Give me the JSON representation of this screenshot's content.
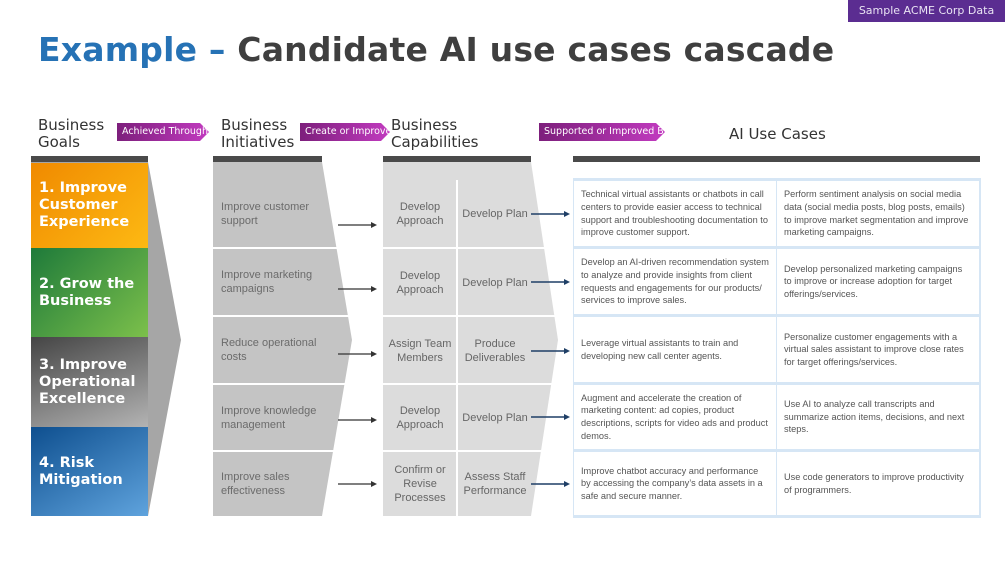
{
  "badge": "Sample ACME Corp Data",
  "title": {
    "accent": "Example –",
    "rest": " Candidate AI use cases cascade"
  },
  "columns": {
    "goals": {
      "line1": "Business",
      "line2": "Goals"
    },
    "initiatives": {
      "line1": "Business",
      "line2": "Initiatives"
    },
    "capabilities": {
      "line1": "Business",
      "line2": "Capabilities"
    },
    "ai": {
      "label": "AI Use Cases"
    }
  },
  "connectors": {
    "achieved": "Achieved Through",
    "create": "Create or Improve",
    "supported": "Supported or Improved By"
  },
  "goals": [
    {
      "label": "1. Improve Customer Experience",
      "color_from": "#f29200",
      "color_to": "#fdb913"
    },
    {
      "label": "2. Grow the Business",
      "color_from": "#1f7d3c",
      "color_to": "#7cc04b"
    },
    {
      "label": "3. Improve Operational Excellence",
      "color_from": "#454545",
      "color_to": "#b3b3b3"
    },
    {
      "label": "4. Risk Mitigation",
      "color_from": "#0e4f8f",
      "color_to": "#5fa3dd"
    }
  ],
  "initiatives": [
    "Improve customer support",
    "Improve marketing campaigns",
    "Reduce operational costs",
    "Improve knowledge management",
    "Improve sales effectiveness"
  ],
  "capabilities": [
    {
      "a": "Develop Approach",
      "b": "Develop Plan"
    },
    {
      "a": "Develop Approach",
      "b": "Develop Plan"
    },
    {
      "a": "Assign Team Members",
      "b": "Produce Deliverables"
    },
    {
      "a": "Develop Approach",
      "b": "Develop Plan"
    },
    {
      "a": "Confirm or Revise Processes",
      "b": "Assess Staff Performance"
    }
  ],
  "ai_use_cases": [
    {
      "left": "Technical virtual assistants or chatbots in call centers to provide easier access to technical support and troubleshooting documentation to improve customer support.",
      "right": "Perform sentiment analysis on social media data (social media posts, blog posts, emails) to improve market segmentation and improve marketing campaigns."
    },
    {
      "left": "Develop an AI-driven recommendation system to analyze and provide insights from client requests and engagements for our products/ services to improve sales.",
      "right": "Develop personalized marketing campaigns to improve or increase adoption for target offerings/services."
    },
    {
      "left": "Leverage virtual assistants to train and developing new call center agents.",
      "right": "Personalize customer engagements with a virtual sales assistant to improve close rates for target offerings/services."
    },
    {
      "left": "Augment and accelerate the creation of marketing content: ad copies, product descriptions, scripts for video ads and product demos.",
      "right": "Use AI to analyze call transcripts and summarize action items, decisions, and next steps."
    },
    {
      "left": "Improve chatbot accuracy and performance by accessing the company’s data assets in a safe and secure manner.",
      "right": "Use code generators to improve productivity of programmers."
    }
  ],
  "colors": {
    "accent": "#2672b5",
    "badge": "#5b2d91",
    "pill_from": "#7d1f7c",
    "pill_to": "#c23bc0",
    "arrow_init": "#333333",
    "arrow_cap": "#1f3f66"
  }
}
